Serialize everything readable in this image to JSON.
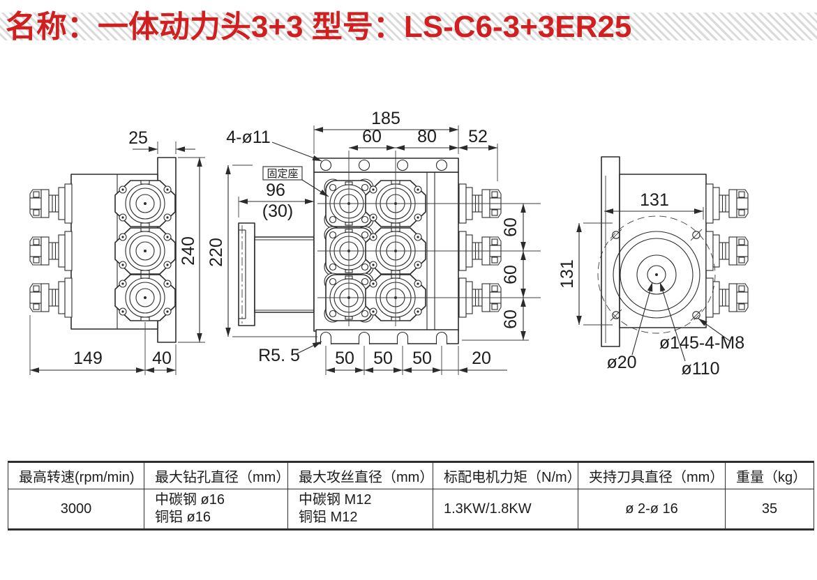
{
  "title": {
    "text": "名称：一体动力头3+3 型号：LS-C6-3+3ER25"
  },
  "drawing": {
    "left_view": {
      "dim_flange_width": "25",
      "dim_overall_height": "240",
      "dim_body_length": "149",
      "dim_flange_offset": "40"
    },
    "front_view": {
      "label_mount_holes": "4-ø11",
      "label_fixing_seat": "固定座",
      "dim_overall_width": "185",
      "dim_spindle_pitch": "60",
      "dim_pitch_to_edge": "80",
      "dim_collet_overhang": "52",
      "dim_motor_length": "96",
      "dim_motor_length_sub": "(30)",
      "dim_overall_height": "220",
      "label_foot_radius": "R5. 5",
      "dim_foot_pitch_1": "50",
      "dim_foot_pitch_2": "50",
      "dim_foot_pitch_3": "50",
      "dim_foot_edge": "20",
      "dim_row_pitch_1": "60",
      "dim_row_pitch_2": "60",
      "dim_row_pitch_3": "60"
    },
    "right_view": {
      "dim_width": "131",
      "dim_height": "131",
      "label_bolt_circle": "ø145-4-M8",
      "label_center_bore": "ø20",
      "label_flange_diameter": "ø110"
    }
  },
  "spec_table": {
    "headers": [
      "最高转速(rpm/min)",
      "最大钻孔直径（mm）",
      "最大攻丝直径（mm）",
      "标配电机力矩（N/m）",
      "夹持刀具直径（mm）",
      "重量（kg）"
    ],
    "row": {
      "max_speed": "3000",
      "max_drill_line1": "中碳钢 ø16",
      "max_drill_line2": "铜铝 ø16",
      "max_tap_line1": "中碳钢 M12",
      "max_tap_line2": "铜铝 M12",
      "motor_power": "1.3KW/1.8KW",
      "tool_diameter_range": "ø 2-ø 16",
      "weight": "35"
    }
  },
  "colors": {
    "accent_red": "#d11f1f",
    "line_dark": "#2b2b2b"
  }
}
